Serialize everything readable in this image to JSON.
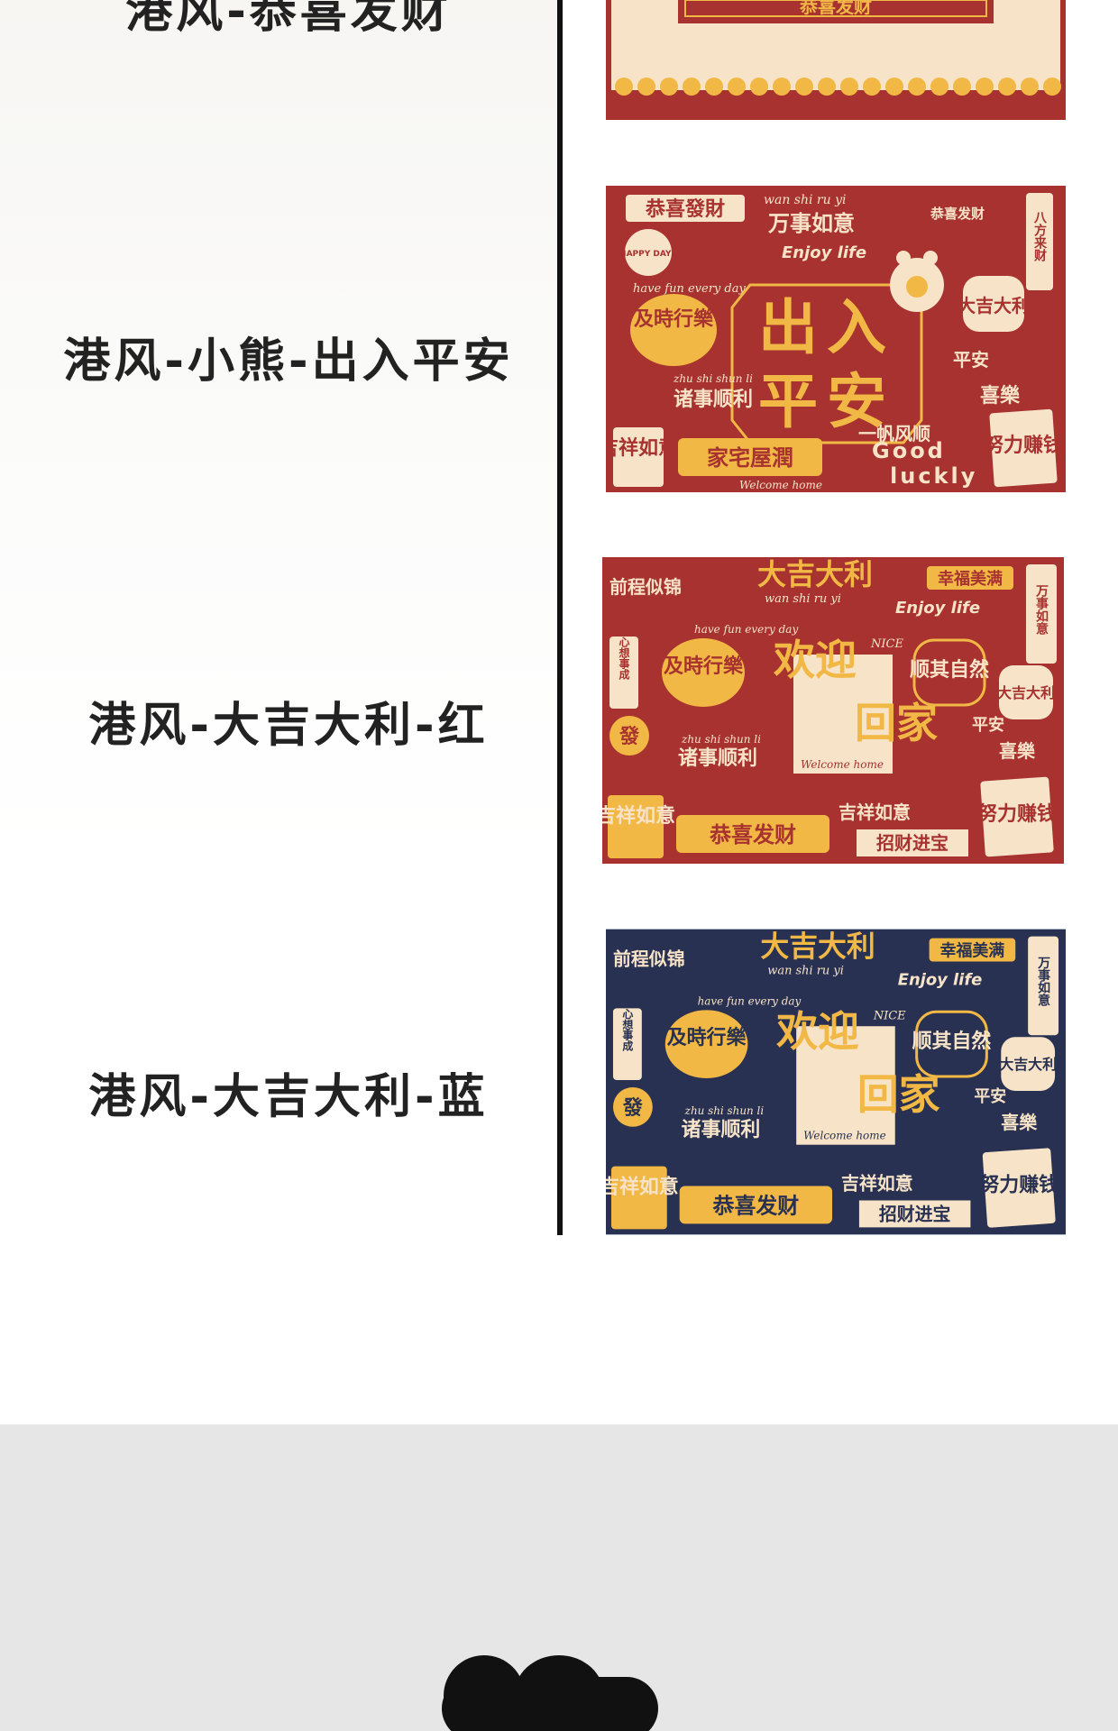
{
  "items": [
    {
      "label": "港风-恭喜发财"
    },
    {
      "label": "港风-小熊-出入平安"
    },
    {
      "label": "港风-大吉大利-红"
    },
    {
      "label": "港风-大吉大利-蓝"
    }
  ],
  "card1": {
    "banner": "恭喜发财"
  },
  "card2": {
    "gongxi": "恭喜發財",
    "wanshi_pinyin": "wan shi ru yi",
    "wanshi": "万事如意",
    "enjoy": "Enjoy life",
    "gongxi2": "恭喜发财",
    "bafang": "八方来财",
    "happy": "HAPPY DAYS",
    "havefun": "have fun every day",
    "chu": "出入",
    "pingan": "平安",
    "jishi": "及時行樂",
    "daji": "大吉大利",
    "zhushi_pinyin": "zhu shi shun li",
    "zhushi": "诸事顺利",
    "pingan2": "平安",
    "xile": "喜樂",
    "yifan": "一帆风顺",
    "good": "Good",
    "lucky": "luckly",
    "jixiang": "吉祥如意",
    "jiazhai": "家宅屋潤",
    "welcome": "Welcome home",
    "nuli": "努力赚钱"
  },
  "card3": {
    "daji": "大吉大利",
    "wanshi_pinyin": "wan shi ru yi",
    "qiancheng": "前程似锦",
    "xingfu": "幸福美满",
    "enjoy": "Enjoy life",
    "wanshi": "万事如意",
    "havefun": "have fun every day",
    "nice": "NICE",
    "huanying": "欢迎",
    "huijia": "回家",
    "jishi": "及時行樂",
    "shunqi": "顺其自然",
    "daji2": "大吉大利",
    "xinxiang": "心想事成",
    "fa": "發",
    "zhushi_pinyin": "zhu shi shun li",
    "zhushi": "诸事顺利",
    "welcome": "Welcome home",
    "pingan": "平安",
    "xile": "喜樂",
    "jixiang": "吉祥如意",
    "gongxi": "恭喜发财",
    "jixiang2": "吉祥如意",
    "zhaocai": "招财进宝",
    "nuli": "努力赚钱"
  },
  "colors": {
    "red": "#a7322f",
    "blue": "#283151",
    "gold": "#f2b845",
    "cream": "#f7e3c8"
  }
}
